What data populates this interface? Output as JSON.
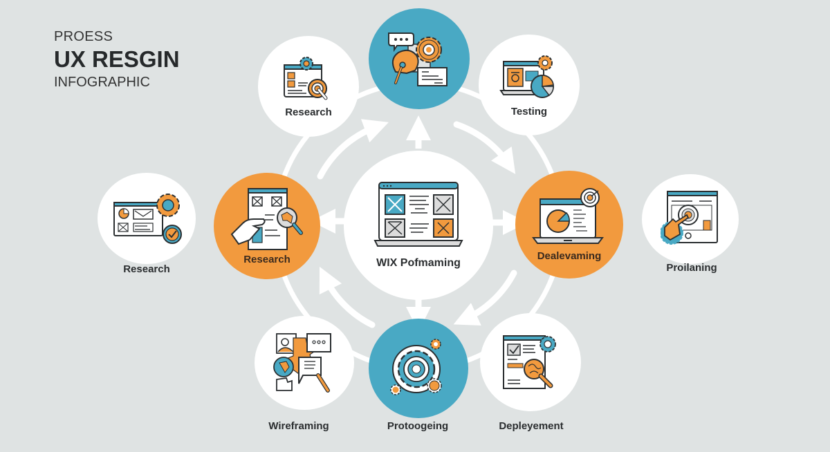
{
  "title": {
    "line1": "PROESS",
    "line2": "UX RESGIN",
    "line3": "INFOGRAPHIC"
  },
  "colors": {
    "background": "#dfe3e3",
    "orange": "#f29a3e",
    "teal": "#49a9c4",
    "white": "#ffffff",
    "outline": "#2b2f31"
  },
  "center": {
    "label": "WIX Pofmaming",
    "icon": "wireframe-laptop-icon"
  },
  "nodes": [
    {
      "id": "top-left",
      "label": "Research",
      "style": "white",
      "icon": "research-dashboard-target-icon"
    },
    {
      "id": "top",
      "label": "",
      "style": "teal",
      "icon": "head-gear-chat-icon"
    },
    {
      "id": "top-right",
      "label": "Testing",
      "style": "white",
      "icon": "laptop-pie-chart-gear-icon"
    },
    {
      "id": "left-inner",
      "label": "Research",
      "style": "orange",
      "icon": "document-hand-magnifier-icon"
    },
    {
      "id": "right-inner",
      "label": "Dealevaming",
      "style": "orange",
      "icon": "monitor-pie-chart-target-icon"
    },
    {
      "id": "far-left",
      "label": "Research",
      "style": "white",
      "icon": "dashboard-gear-check-icon"
    },
    {
      "id": "far-right",
      "label": "Proilaning",
      "style": "white",
      "icon": "browser-hand-click-icon"
    },
    {
      "id": "bottom-left",
      "label": "Wireframing",
      "style": "white",
      "icon": "puzzle-chat-globe-icon"
    },
    {
      "id": "bottom",
      "label": "Protoogeing",
      "style": "teal",
      "icon": "gears-icon"
    },
    {
      "id": "bottom-right",
      "label": "Depleyement",
      "style": "white",
      "icon": "document-check-magnifier-gear-icon"
    }
  ],
  "arrows": [
    {
      "from": "center",
      "to": "top",
      "direction": "up"
    },
    {
      "from": "center",
      "to": "left-inner",
      "direction": "left"
    },
    {
      "from": "center",
      "to": "right-inner",
      "direction": "right"
    },
    {
      "from": "center",
      "to": "bottom",
      "direction": "down"
    },
    {
      "ring": "inner",
      "direction": "clockwise",
      "count": 4
    }
  ]
}
